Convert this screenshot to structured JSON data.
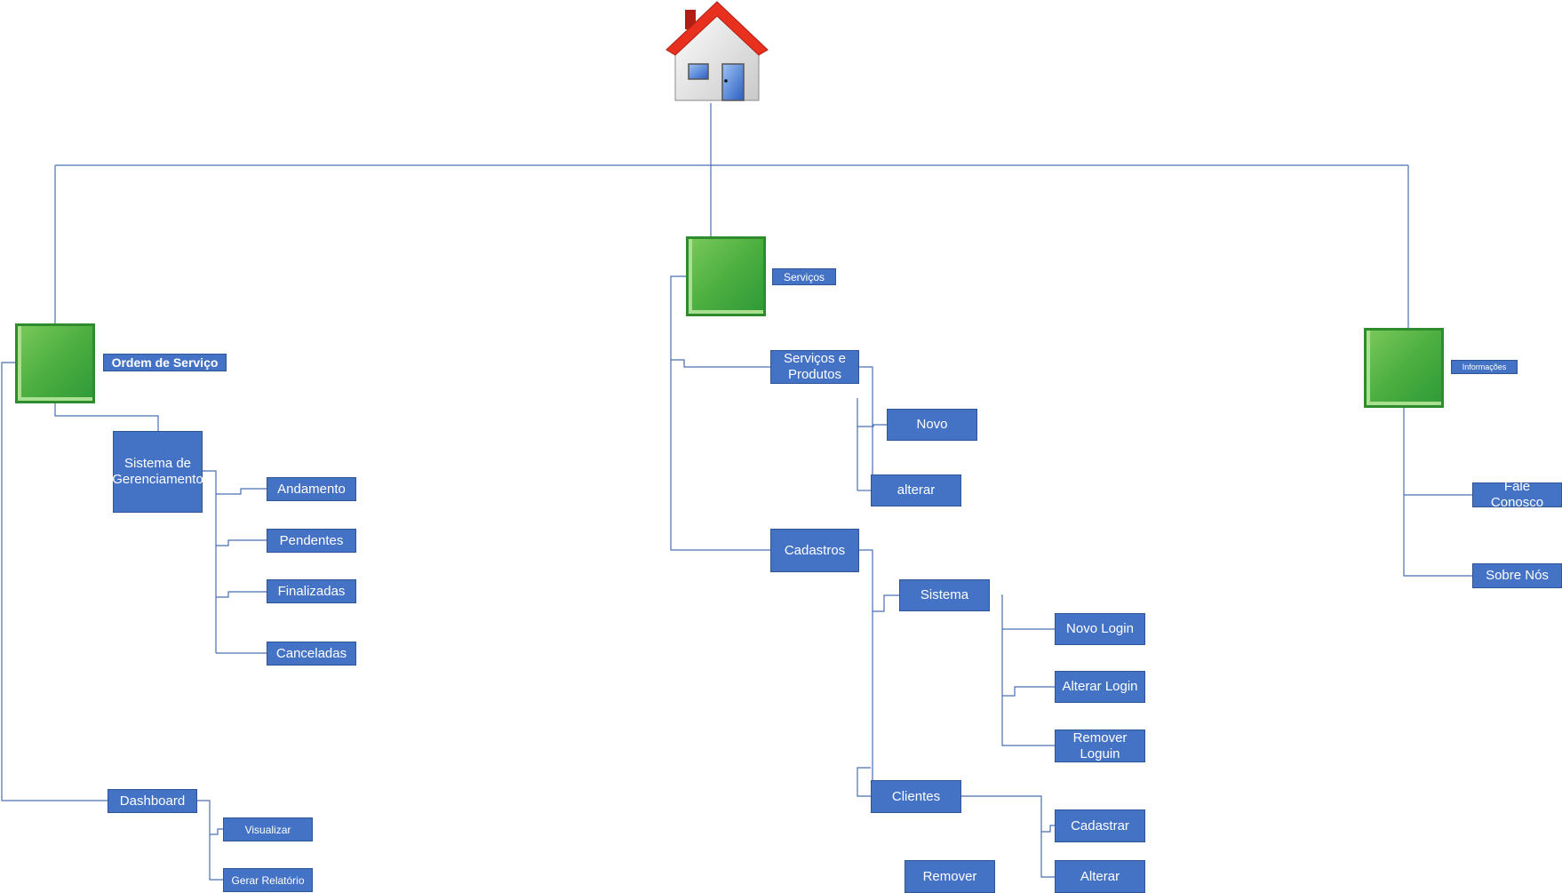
{
  "diagram": {
    "colors": {
      "node_fill": "#4472C4",
      "line": "#4a6fb5",
      "square_green": "#4caf40",
      "roof_red": "#e8301f"
    },
    "root_icon": "house-icon",
    "branches": {
      "ordem": {
        "label": "Ordem de Serviço",
        "sistema": "Sistema de Gerenciamento",
        "sistema_children": [
          "Andamento",
          "Pendentes",
          "Finalizadas",
          "Canceladas"
        ],
        "dashboard": "Dashboard",
        "dashboard_children": [
          "Visualizar",
          "Gerar Relatório"
        ]
      },
      "servicos": {
        "label": "Serviços",
        "servprod": "Serviços e Produtos",
        "servprod_children": [
          "Novo",
          "alterar"
        ],
        "cadastros": "Cadastros",
        "sistema": "Sistema",
        "sistema_children": [
          "Novo Login",
          "Alterar Login",
          "Remover Loguin"
        ],
        "clientes": "Clientes",
        "clientes_children": [
          "Cadastrar",
          "Alterar"
        ],
        "remover": "Remover"
      },
      "info": {
        "label": "Informações",
        "children": [
          "Fale Conosco",
          "Sobre Nós"
        ]
      }
    }
  }
}
